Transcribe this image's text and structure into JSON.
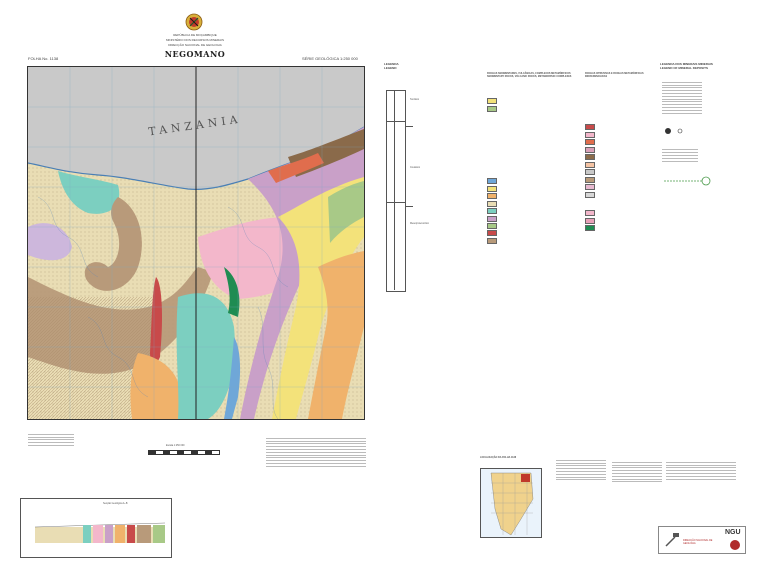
{
  "header": {
    "republic": "REPÚBLICA DE MOÇAMBIQUE",
    "ministry": "MINISTÉRIO DOS RECURSOS MINERAIS",
    "direction": "DIRECÇÃO NACIONAL DE GEOLOGIA",
    "title": "NEGOMANO",
    "sheet_no": "FOLHA No. 1138",
    "series": "SÉRIE GEOLÓGICA 1:250 000"
  },
  "map": {
    "country_label": "TANZANIA",
    "colors": {
      "tanzania": "#c9c9c9",
      "sand": "#e9ddb4",
      "brown": "#b89a7a",
      "teal": "#7ccfc0",
      "pink": "#f3b7cb",
      "purple": "#c9a0c8",
      "orange": "#f0b26b",
      "yellow": "#f3e27a",
      "green": "#a8c987",
      "red": "#c84a4a",
      "blue": "#6fa7d8",
      "grid": "#7aa7c7"
    }
  },
  "legend": {
    "legend_a_title": "LEGENDA\nLEGEND",
    "legend_b_title": "LEGENDA DOS MINERAIS MINERAIS\nLEGEND OF MINERAL DEPOSITS",
    "col1_header": "ROCHAS SEDIMENTARES, VULCÂNICAS, COMPLEXOS METAMÓRFICOS\nSEDIMENTARY ROCKS, VOLCANIC ROCKS, METAMORPHIC COMPLEXES",
    "col2_header": "ROCHAS INTRUSIVAS E ROCHAS METAMÓRFICAS INDIFERENCIADAS",
    "tertiary_label": "Terciário",
    "cretaceous_label": "Cretácico",
    "proterozoic_label": "Mesoproterozóico"
  },
  "scale": {
    "label": "Escala 1:250 000"
  },
  "inset": {
    "title": "LOCALIZAÇÃO DA FOLHA 1138"
  },
  "cross_section": {
    "title": "Secção Geológica A–B"
  },
  "logos": {
    "ngu": "NGU",
    "dng": "DIRECÇÃO NACIONAL DE GEOLOGIA"
  }
}
